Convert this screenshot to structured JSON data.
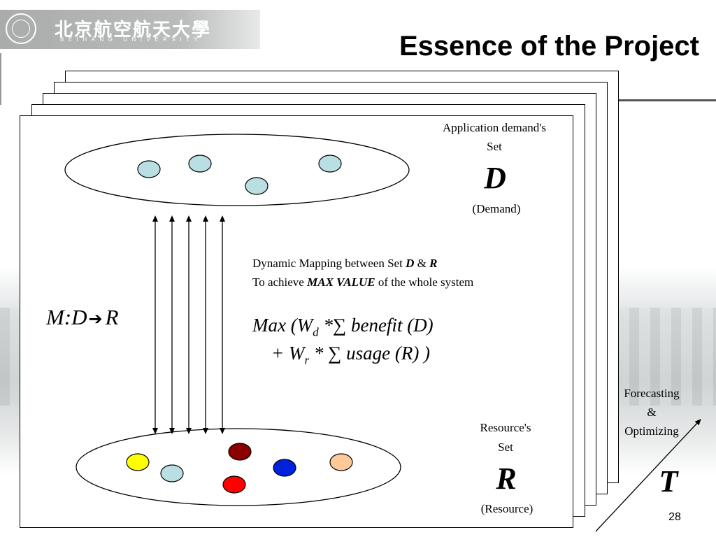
{
  "header": {
    "university_cn": "北京航空航天大學",
    "university_en": "BEIHANG UNIVERSITY"
  },
  "slide": {
    "title": "Essence of the Project",
    "page_number": "28"
  },
  "demand_set": {
    "label_line1": "Application demand's",
    "label_line2": "Set",
    "symbol": "D",
    "caption": "(Demand)",
    "node_colors": [
      "#b9dfe3",
      "#b9dfe3",
      "#b9dfe3",
      "#b9dfe3"
    ]
  },
  "resource_set": {
    "label_line1": "Resource's",
    "label_line2": "Set",
    "symbol": "R",
    "caption": "(Resource)",
    "node_colors": [
      "#ffff00",
      "#b9dfe3",
      "#8b0000",
      "#ff0000",
      "#0022dd",
      "#ffc99a"
    ]
  },
  "mapping": {
    "label_prefix": "M:D",
    "arrow_glyph": "➔",
    "label_suffix": "R",
    "arrow_count": 5
  },
  "description": {
    "line1_text": "Dynamic Mapping between Set ",
    "line1_d": "D",
    "line1_amp": " & ",
    "line1_r": "R",
    "line2_text": "To achieve ",
    "line2_emph": "MAX VALUE",
    "line2_rest": " of the whole system"
  },
  "formula": {
    "line1_a": "Max (W",
    "line1_sub": "d",
    "line1_b": " *∑ benefit (D)",
    "line2_a": "+ W",
    "line2_sub": "r",
    "line2_b": " * ∑ usage (R) )"
  },
  "time_axis": {
    "label_line1": "Forecasting",
    "label_line2": "&",
    "label_line3": "Optimizing",
    "symbol": "T"
  }
}
